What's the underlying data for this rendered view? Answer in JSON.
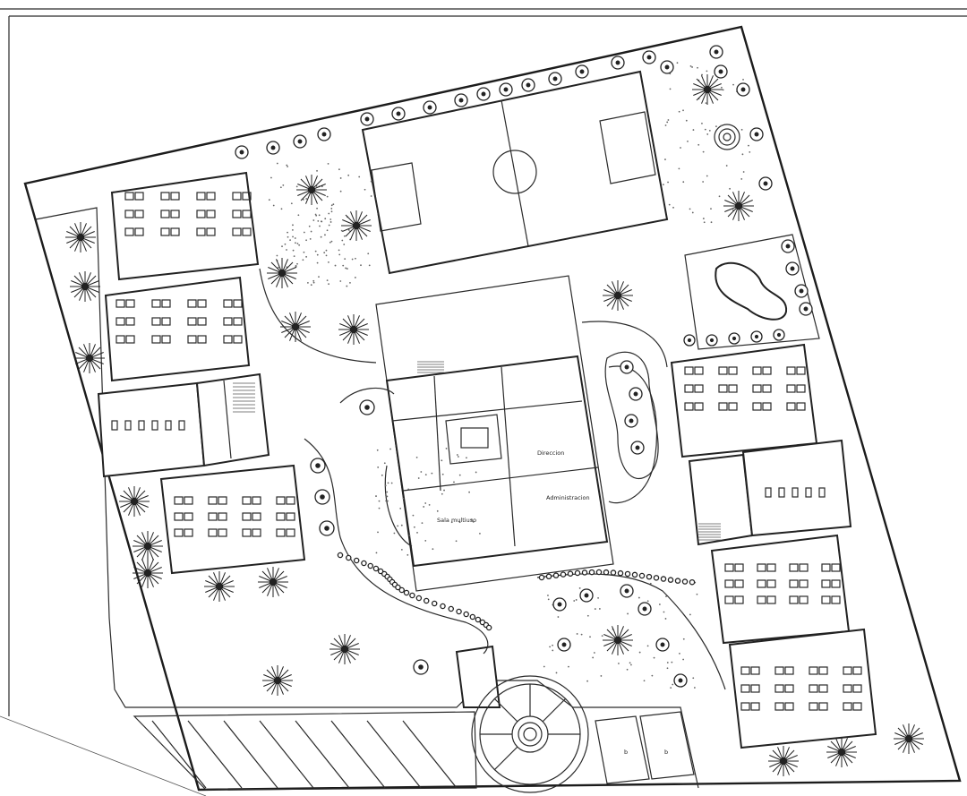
{
  "plan": {
    "labels": {
      "direction": "Direccion",
      "administration": "Administracion",
      "multiuse_room": "Sala multiuso",
      "parking_a": "b",
      "parking_b": "b"
    }
  },
  "colors": {
    "line": "#222222",
    "background": "#ffffff"
  }
}
